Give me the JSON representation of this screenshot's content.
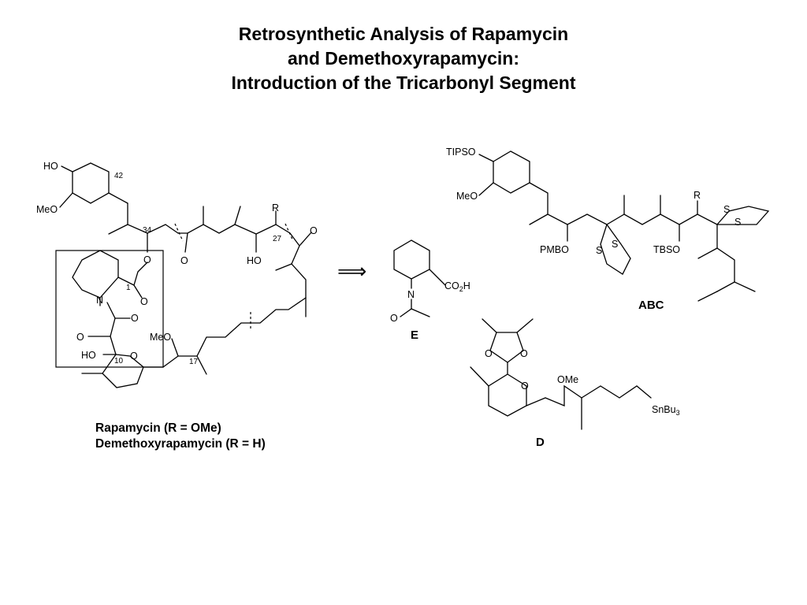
{
  "title": {
    "line1": "Retrosynthetic Analysis of Rapamycin",
    "line2": "and Demethoxyrapamycin:",
    "line3": "Introduction of the Tricarbonyl Segment"
  },
  "rapamycin": {
    "atoms": {
      "ho_top": "HO",
      "meo_top": "MeO",
      "o_ester": "O",
      "o_ester_co": "O",
      "n": "N",
      "o_amide": "O",
      "o_keto": "O",
      "ho_lactol": "HO",
      "o_ring": "O",
      "meo_mid": "MeO",
      "o_ketone": "O",
      "ho_27": "HO",
      "r": "R",
      "o_right": "O"
    },
    "numbers": {
      "n42": "42",
      "n34": "34",
      "n1": "1",
      "n10": "10",
      "n17": "17",
      "n27": "27"
    },
    "caption_line1": "Rapamycin (R = OMe)",
    "caption_line2": "Demethoxyrapamycin (R = H)"
  },
  "arrow": "⟹",
  "fragment_e": {
    "n": "N",
    "co2h": "CO",
    "co2h_sub": "2",
    "co2h_end": "H",
    "o": "O",
    "label": "E"
  },
  "fragment_abc": {
    "tipso": "TIPSO",
    "meo": "MeO",
    "pmbo": "PMBO",
    "s1": "S",
    "s2": "S",
    "tbso": "TBSO",
    "r": "R",
    "s3": "S",
    "s4": "S",
    "label": "ABC"
  },
  "fragment_d": {
    "o1": "O",
    "o2": "O",
    "o3": "O",
    "ome": "OMe",
    "snbu3": "SnBu",
    "snbu3_sub": "3",
    "label": "D"
  }
}
